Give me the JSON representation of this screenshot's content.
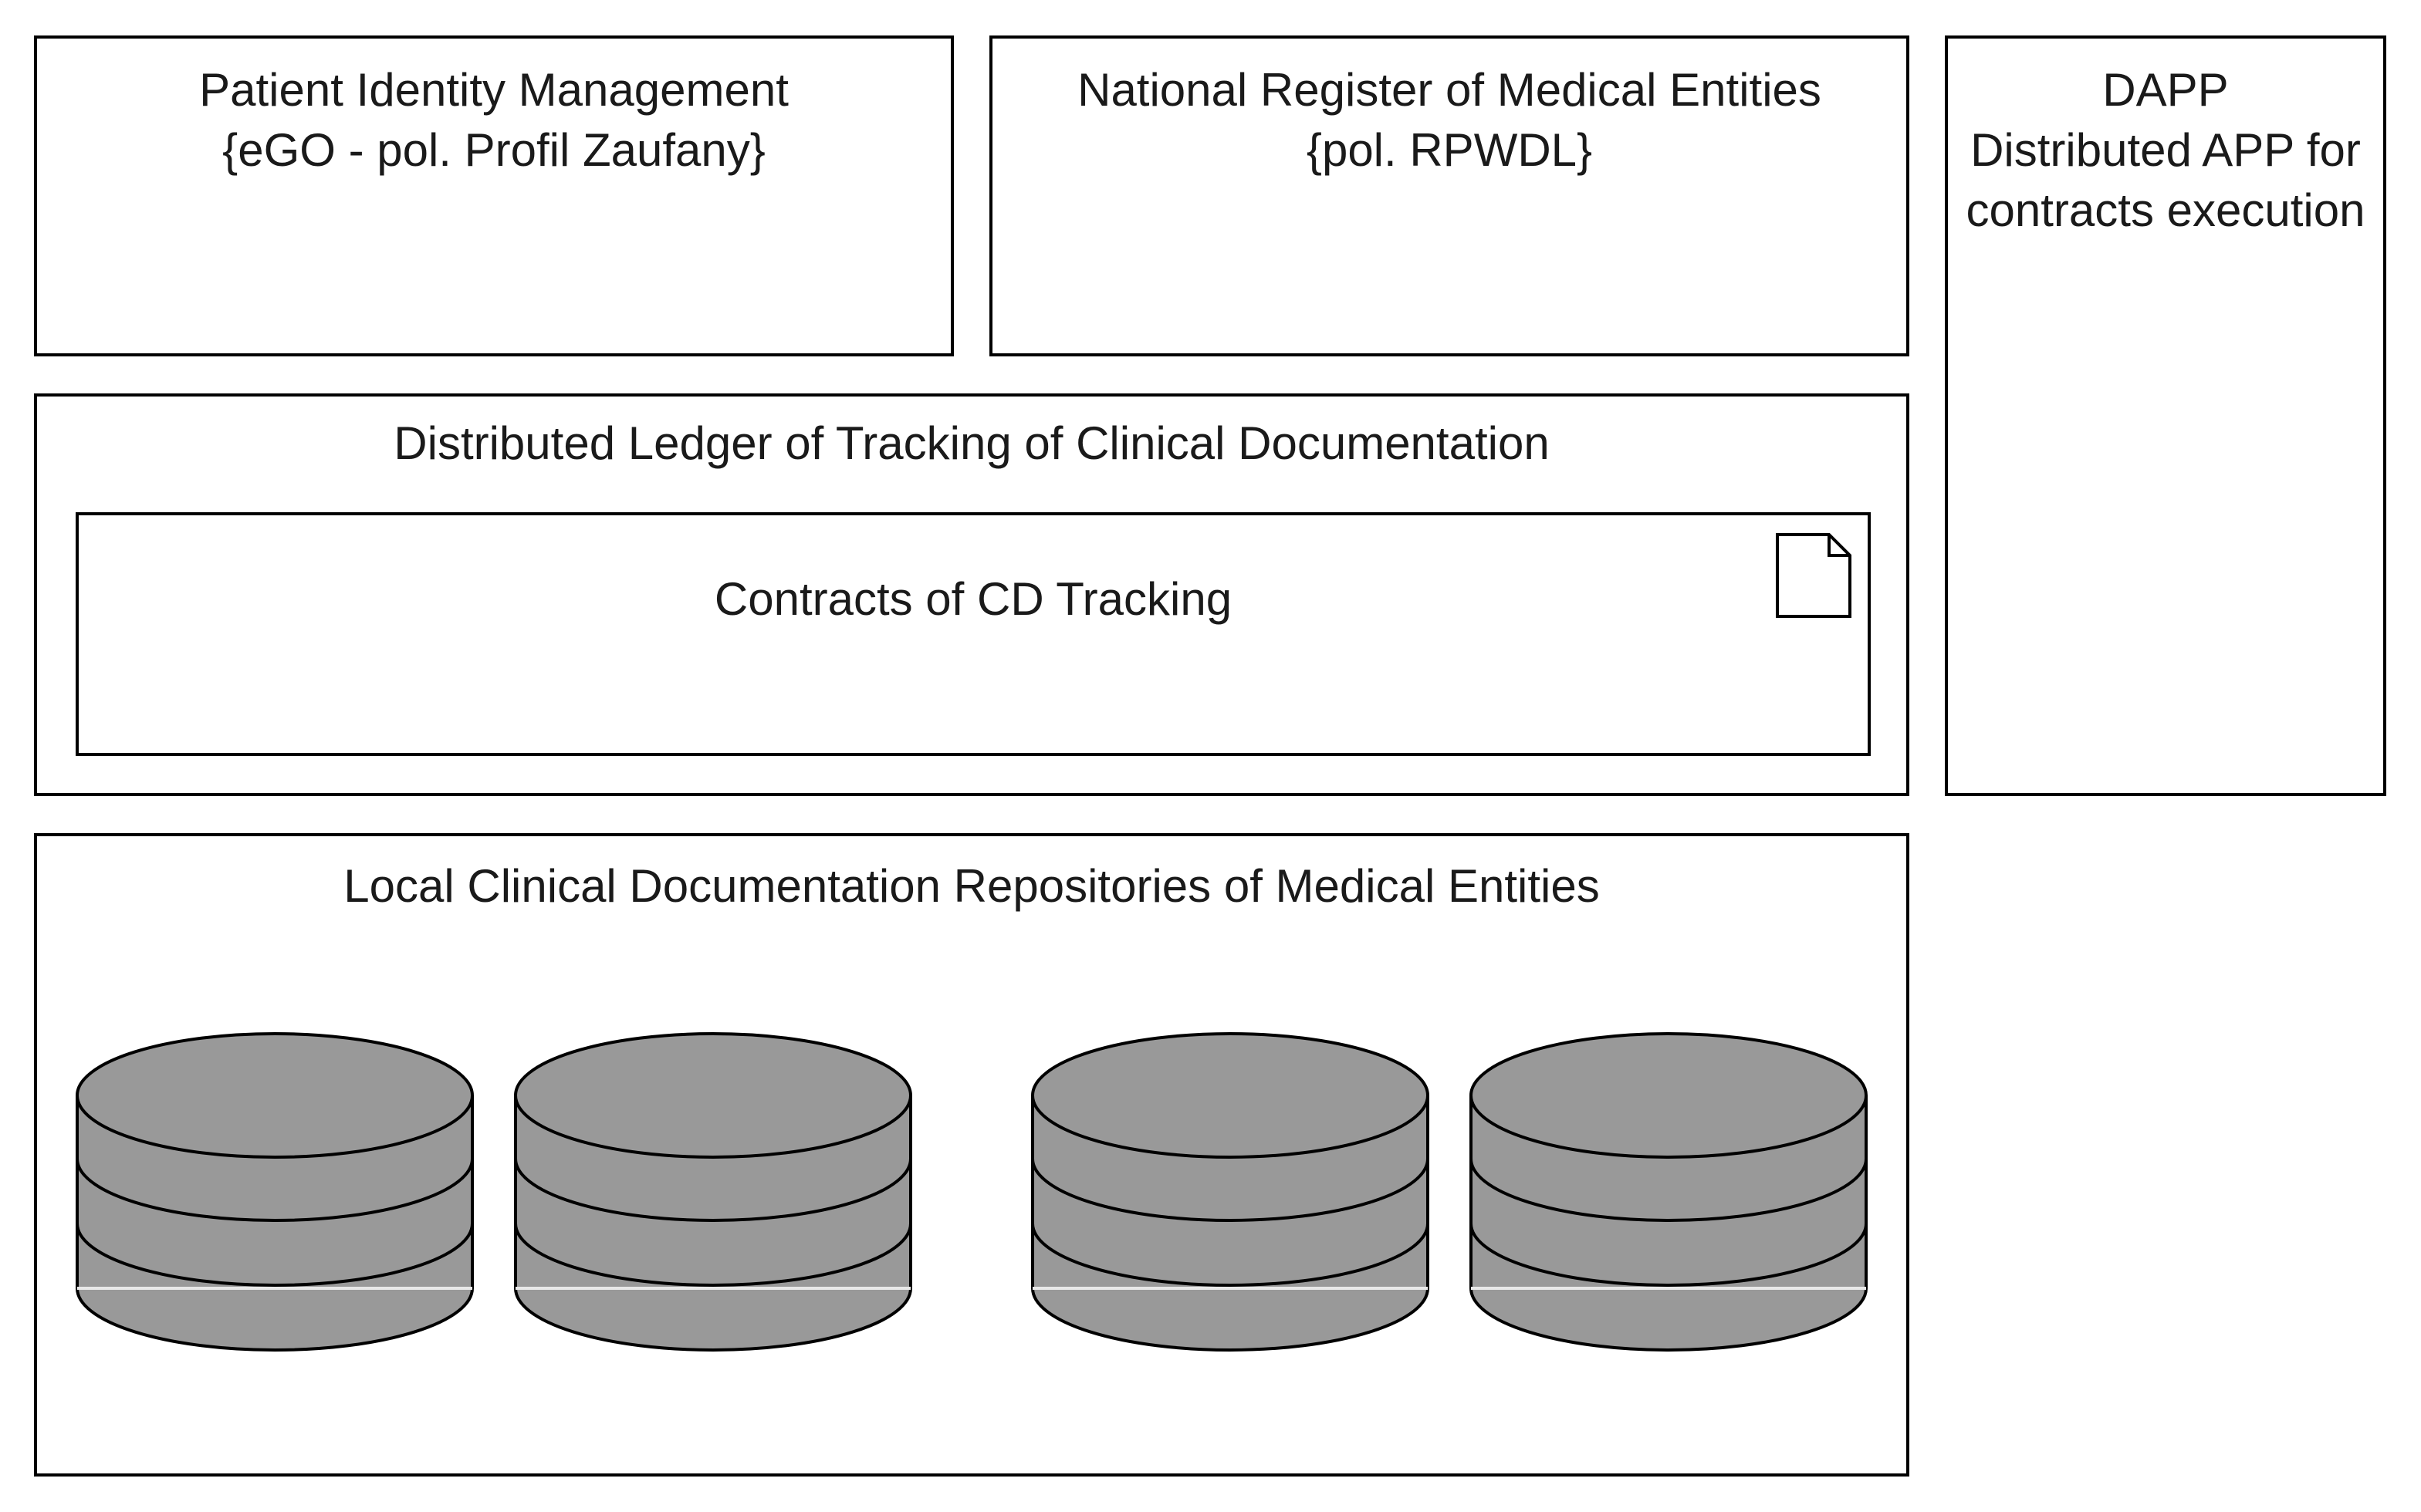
{
  "patient_identity": {
    "title_line1": "Patient Identity Management",
    "title_line2": "{eGO - pol. Profil Zaufany}"
  },
  "national_register": {
    "title_line1": "National Register of Medical Entities",
    "title_line2": "{pol. RPWDL}"
  },
  "dapp": {
    "title_line1": "DAPP",
    "title_line2": "Distributed APP for",
    "title_line3": "contracts execution"
  },
  "ledger": {
    "title": "Distributed Ledger of Tracking of Clinical Documentation",
    "contracts": {
      "title": "Contracts of CD Tracking",
      "icon": "document-icon"
    }
  },
  "repositories": {
    "title": "Local Clinical Documentation Repositories of Medical Entities",
    "database_icon": "database-icon",
    "database_count": 4
  },
  "colors": {
    "border": "#000000",
    "database_fill": "#999999",
    "background": "#ffffff"
  }
}
